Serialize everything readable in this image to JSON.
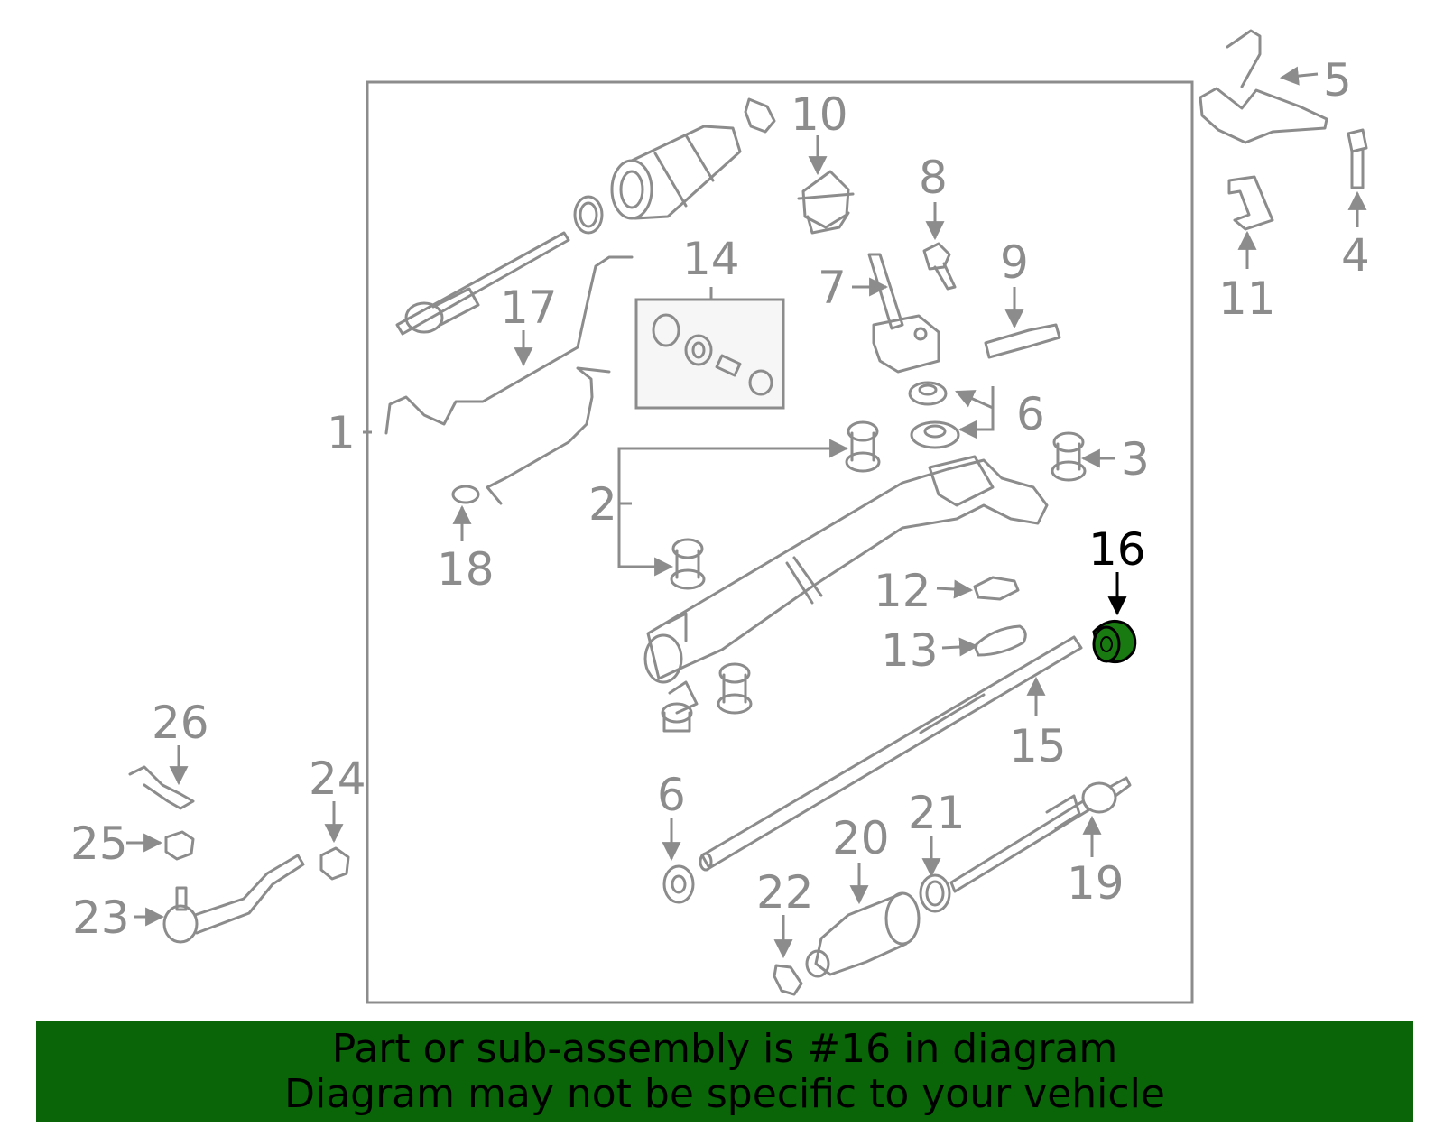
{
  "diagram": {
    "callouts": [
      "1",
      "2",
      "3",
      "4",
      "5",
      "6",
      "6",
      "7",
      "8",
      "9",
      "10",
      "11",
      "12",
      "13",
      "14",
      "15",
      "16",
      "17",
      "18",
      "19",
      "20",
      "21",
      "22",
      "23",
      "24",
      "25",
      "26"
    ],
    "highlighted_part": "16",
    "highlight_color": "#1a7a12",
    "callout_color": "#8c8c8c"
  },
  "banner": {
    "line1": "Part or sub-assembly is #16 in diagram",
    "line2": "Diagram may not be specific to your vehicle",
    "background": "#0a6408"
  }
}
